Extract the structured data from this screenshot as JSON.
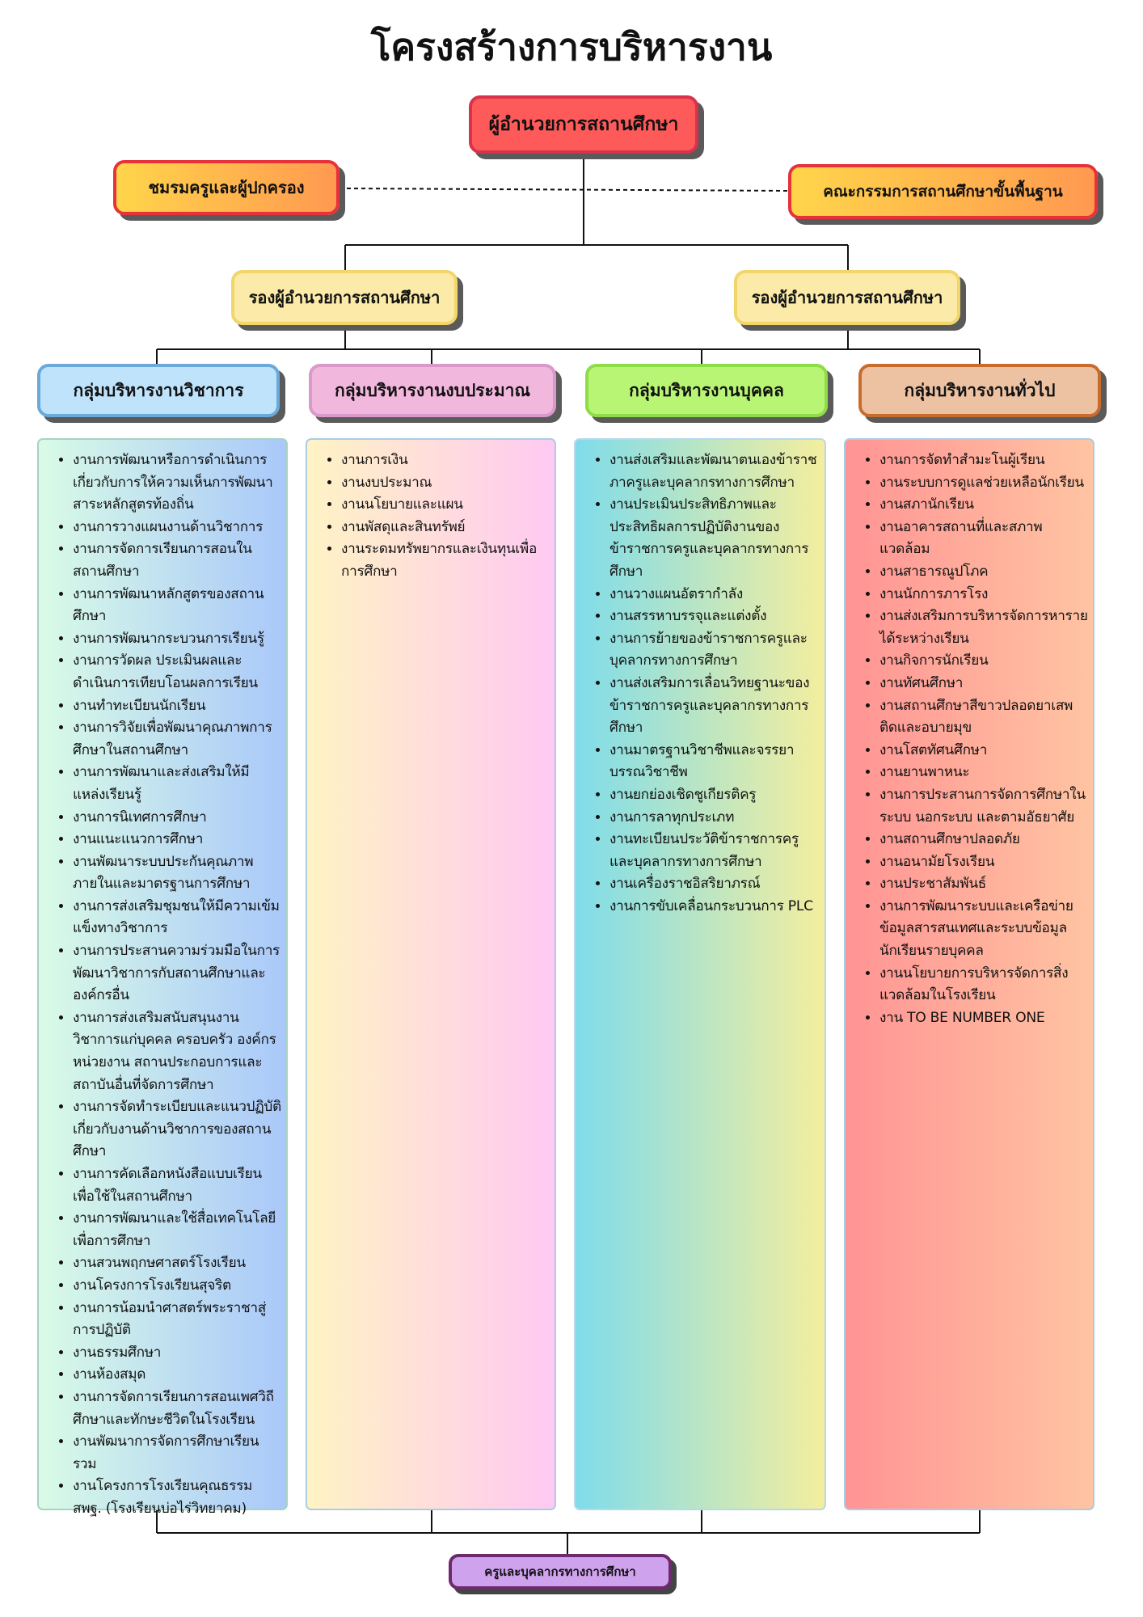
{
  "title": "โครงสร้างการบริหารงาน",
  "director": "ผู้อำนวยการสถานศึกษา",
  "club": "ชมรมครูและผู้ปกครอง",
  "committee": "คณะกรรมการสถานศึกษาขั้นพื้นฐาน",
  "deputies": [
    "รองผู้อำนวยการสถานศึกษา",
    "รองผู้อำนวยการสถานศึกษา"
  ],
  "groups": {
    "academic": {
      "title": "กลุ่มบริหารงานวิชาการ",
      "items": [
        "งานการพัฒนาหรือการดำเนินการเกี่ยวกับการให้ความเห็นการพัฒนาสาระหลักสูตรท้องถิ่น",
        "งานการวางแผนงานด้านวิชาการ",
        "งานการจัดการเรียนการสอนในสถานศึกษา",
        "งานการพัฒนาหลักสูตรของสถานศึกษา",
        "งานการพัฒนากระบวนการเรียนรู้",
        "งานการวัดผล ประเมินผลและดำเนินการเทียบโอนผลการเรียน",
        "งานทำทะเบียนนักเรียน",
        "งานการวิจัยเพื่อพัฒนาคุณภาพการศึกษาในสถานศึกษา",
        "งานการพัฒนาและส่งเสริมให้มีแหล่งเรียนรู้",
        "งานการนิเทศการศึกษา",
        "งานแนะแนวการศึกษา",
        "งานพัฒนาระบบประกันคุณภาพภายในและมาตรฐานการศึกษา",
        "งานการส่งเสริมชุมชนให้มีความเข้มแข็งทางวิชาการ",
        "งานการประสานความร่วมมือในการพัฒนาวิชาการกับสถานศึกษาและองค์กรอื่น",
        "งานการส่งเสริมสนับสนุนงานวิชาการแก่บุคคล ครอบครัว องค์กร หน่วยงาน สถานประกอบการและสถาบันอื่นที่จัดการศึกษา",
        "งานการจัดทำระเบียบและแนวปฏิบัติเกี่ยวกับงานด้านวิชาการของสถานศึกษา",
        "งานการคัดเลือกหนังสือแบบเรียนเพื่อใช้ในสถานศึกษา",
        "งานการพัฒนาและใช้สื่อเทคโนโลยีเพื่อการศึกษา",
        "งานสวนพฤกษศาสตร์โรงเรียน",
        "งานโครงการโรงเรียนสุจริต",
        "งานการน้อมนำศาสตร์พระราชาสู่การปฏิบัติ",
        "งานธรรมศึกษา",
        "งานห้องสมุด",
        "งานการจัดการเรียนการสอนเพศวิถีศึกษาและทักษะชีวิตในโรงเรียน",
        "งานพัฒนาการจัดการศึกษาเรียนรวม",
        "งานโครงการโรงเรียนคุณธรรม สพฐ. (โรงเรียนบ่อไร่วิทยาคม)"
      ]
    },
    "budget": {
      "title": "กลุ่มบริหารงานงบประมาณ",
      "items": [
        "งานการเงิน",
        "งานงบประมาณ",
        "งานนโยบายและแผน",
        "งานพัสดุและสินทรัพย์",
        "งานระดมทรัพยากรและเงินทุนเพื่อการศึกษา"
      ]
    },
    "personnel": {
      "title": "กลุ่มบริหารงานบุคคล",
      "items": [
        "งานส่งเสริมและพัฒนาตนเองข้าราชภาครูและบุคลากรทางการศึกษา",
        " งานประเมินประสิทธิภาพและประสิทธิผลการปฏิบัติงานของข้าราชการครูและบุคลากรทางการศึกษา",
        "งานวางแผนอัตรากำลัง",
        "งานสรรหาบรรจุและแต่งตั้ง",
        "งานการย้ายของข้าราชการครูและบุคลากรทางการศึกษา",
        "งานส่งเสริมการเลื่อนวิทยฐานะของข้าราชการครูและบุคลากรทางการศึกษา",
        "งานมาตรฐานวิชาชีพและจรรยาบรรณวิชาชีพ",
        "งานยกย่องเชิดชูเกียรติครู",
        "งานการลาทุกประเภท",
        " งานทะเบียนประวัติข้าราชการครูและบุคลากรทางการศึกษา",
        "งานเครื่องราชอิสริยาภรณ์",
        "งานการขับเคลื่อนกระบวนการ PLC"
      ]
    },
    "general": {
      "title": "กลุ่มบริหารงานทั่วไป",
      "items": [
        "งานการจัดทำสำมะโนผู้เรียน",
        "งานระบบการดูแลช่วยเหลือนักเรียน",
        "งานสภานักเรียน",
        "งานอาคารสถานที่และสภาพแวดล้อม",
        "งานสาธารณูปโภค",
        "งานนักการภารโรง",
        "งานส่งเสริมการบริหารจัดการหารายได้ระหว่างเรียน",
        "งานกิจการนักเรียน",
        "งานทัศนศึกษา",
        "งานสถานศึกษาสีขาวปลอดยาเสพติดและอบายมุข",
        "งานโสตทัศนศึกษา",
        "งานยานพาหนะ",
        "งานการประสานการจัดการศึกษาในระบบ นอกระบบ และตามอัธยาศัย",
        "งานสถานศึกษาปลอดภัย",
        "งานอนามัยโรงเรียน",
        "งานประชาสัมพันธ์",
        "งานการพัฒนาระบบและเครือข่ายข้อมูลสารสนเทศและระบบข้อมูลนักเรียนรายบุคคล",
        "งานนโยบายการบริหารจัดการสิ่งแวดล้อมในโรงเรียน",
        "งาน TO BE NUMBER ONE"
      ]
    }
  },
  "staff": "ครูและบุคลากรทางการศึกษา"
}
